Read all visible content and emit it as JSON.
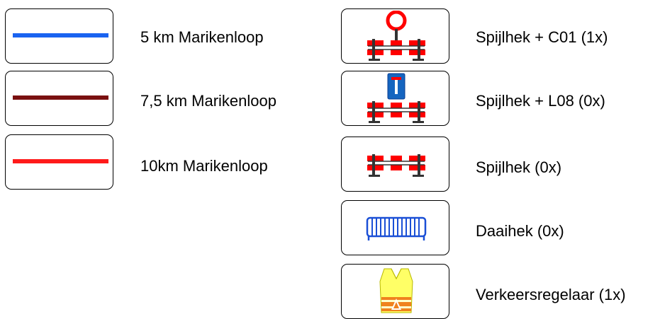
{
  "legend": {
    "routes": [
      {
        "label": "5 km Marikenloop",
        "color": "#1a63f0"
      },
      {
        "label": "7,5 km Marikenloop",
        "color": "#7a1010"
      },
      {
        "label": "10km Marikenloop",
        "color": "#ff1a1a"
      }
    ],
    "barriers": [
      {
        "label": "Spijlhek + C01 (1x)",
        "icon": "barrier-with-no-entry-sign-icon"
      },
      {
        "label": "Spijlhek + L08 (0x)",
        "icon": "barrier-with-dead-end-sign-icon"
      },
      {
        "label": "Spijlhek (0x)",
        "icon": "barrier-icon"
      },
      {
        "label": "Daaihek (0x)",
        "icon": "crowd-fence-icon"
      },
      {
        "label": "Verkeersregelaar (1x)",
        "icon": "safety-vest-icon"
      }
    ]
  },
  "colors": {
    "barrier_red": "#ff0000",
    "barrier_dark": "#333333",
    "fence_blue": "#1a4fd6",
    "sign_blue": "#1565c0",
    "vest_yellow": "#ffff66",
    "vest_orange": "#f0821e"
  }
}
